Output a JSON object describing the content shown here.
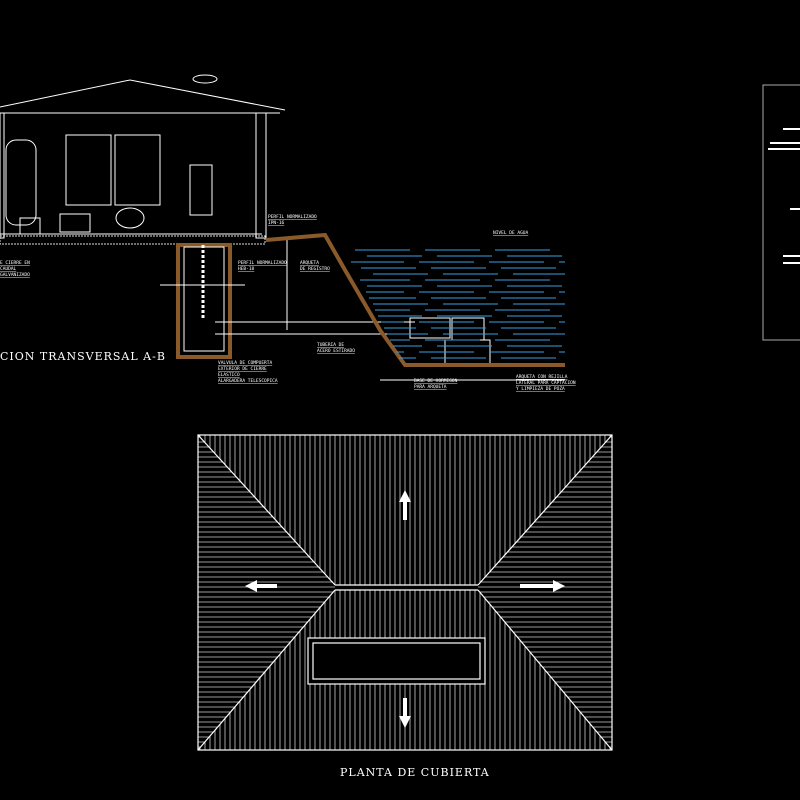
{
  "drawing": {
    "section_title": "CION TRANSVERSAL A-B",
    "plan_title": "PLANTA DE CUBIERTA",
    "labels": {
      "water_level": "NIVEL DE AGUA",
      "floor_profile": "PERFIL NORMALIZADO",
      "floor_profile_code": "IPN-16",
      "pit_profile": "PERFIL NORMALIZADO",
      "pit_profile_code": "HEB-18",
      "inspection_box": "ARQUETA",
      "inspection_box_2": "DE REGISTRO",
      "pipe": "TUBERIA DE",
      "pipe_2": "ACERO ESTIRADO",
      "valve": "VALVULA DE COMPUERTA",
      "valve_2": "EXTERIOR DE CIERRE",
      "valve_3": "ELASTICO",
      "valve_4": "ALARGADERA TELESCOPICA",
      "base": "BASE DE HORMIGON",
      "base_2": "PARA ARQUETA",
      "intake": "ARQUETA CON REJILLA",
      "intake_2": "LATERAL PARA CAPTACION",
      "intake_3": "Y LIMPIEZA DE POZA",
      "left_note": "E CIERRE EN",
      "left_note_2": "CAUDAL",
      "left_note_3": "GALVANIZADO"
    },
    "colors": {
      "lines": "#ffffff",
      "water": "#3aa0e0",
      "earth": "#8a5a2a",
      "background": "#000000"
    }
  }
}
